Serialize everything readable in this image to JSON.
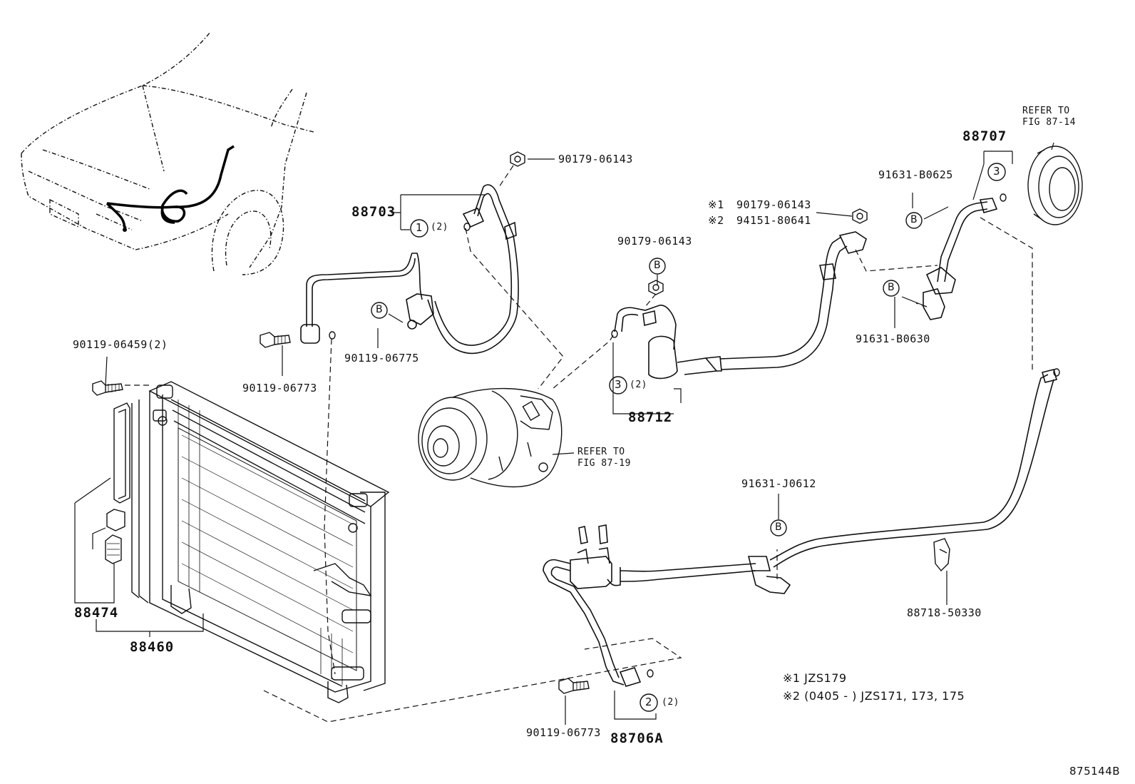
{
  "parts": {
    "p88703": "88703",
    "p90179_top": "90179-06143",
    "p90119_06459": "90119-06459(2)",
    "p90119_06773_top": "90119-06773",
    "p90119_06775": "90119-06775",
    "p90179_mid": "90179-06143",
    "p88712": "88712",
    "p90179_x1": "90179-06143",
    "p94151": "94151-80641",
    "p88707": "88707",
    "p91631_b0625": "91631-B0625",
    "p91631_b0630": "91631-B0630",
    "p91631_j0612": "91631-J0612",
    "p88718": "88718-50330",
    "p88474": "88474",
    "p88460": "88460",
    "p90119_06773_bot": "90119-06773",
    "p88706a": "88706A"
  },
  "refs": {
    "fig8714_line1": "REFER TO",
    "fig8714_line2": "FIG 87-14",
    "fig8719_line1": "REFER TO",
    "fig8719_line2": "FIG 87-19"
  },
  "callouts": {
    "c1": "1",
    "c1_qty": "(2)",
    "c2": "2",
    "c2_qty": "(2)",
    "c3a": "3",
    "c3a_qty": "(2)",
    "c3b": "3",
    "b": "B",
    "x1_mark": "※1",
    "x2_mark": "※2"
  },
  "notes": {
    "n1": "※1  JZS179",
    "n2": "※2  (0405 -  )  JZS171, 173, 175"
  },
  "figure_id": "875144B"
}
